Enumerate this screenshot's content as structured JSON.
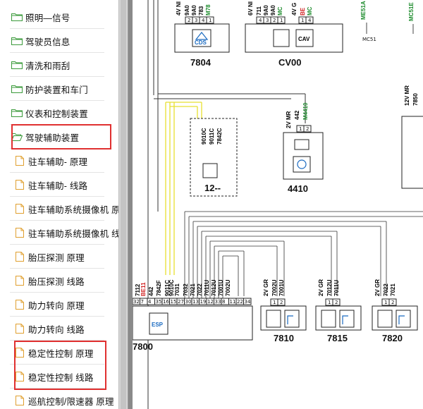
{
  "sidebar": {
    "folders": [
      {
        "label": "照明—信号"
      },
      {
        "label": "驾驶员信息"
      },
      {
        "label": "清洗和雨刮"
      },
      {
        "label": "防护装置和车门"
      },
      {
        "label": "仪表和控制装置"
      },
      {
        "label": "驾驶辅助装置",
        "expanded": true
      }
    ],
    "documents": [
      {
        "label": "驻车辅助- 原理"
      },
      {
        "label": "驻车辅助- 线路"
      },
      {
        "label": "驻车辅助系统摄像机 原"
      },
      {
        "label": "驻车辅助系统摄像机 线"
      },
      {
        "label": "胎压探测 原理"
      },
      {
        "label": "胎压探测 线路"
      },
      {
        "label": "助力转向 原理"
      },
      {
        "label": "助力转向 线路"
      },
      {
        "label": "稳定性控制 原理"
      },
      {
        "label": "稳定性控制 线路"
      },
      {
        "label": "巡航控制/限速器 原理"
      }
    ],
    "highlight_color": "#e03030"
  },
  "diagram": {
    "components": {
      "c7804": {
        "label": "7804",
        "icon_text": "CDS"
      },
      "cv00": {
        "label": "CV00",
        "icon_text": "CAV"
      },
      "c12": {
        "label": "12--"
      },
      "c4410": {
        "label": "4410"
      },
      "c7800": {
        "label": "7800",
        "icon_text": "ESP"
      },
      "c7810": {
        "label": "7810"
      },
      "c7815": {
        "label": "7815"
      },
      "c7820": {
        "label": "7820"
      }
    },
    "connectors": {
      "top_7804": {
        "text": "4V NI",
        "pins": [
          "2",
          "3",
          "4",
          "1"
        ],
        "wires": [
          "9A0",
          "9A0",
          "783",
          "M78"
        ]
      },
      "top_cv00": {
        "text": "6V NI",
        "text2": "4V G",
        "pins": [
          "4",
          "3",
          "2",
          "1",
          "1",
          "4"
        ],
        "wires": [
          "711",
          "9A0",
          "9A0",
          "MC",
          "BE",
          "MC"
        ]
      },
      "c4410": {
        "text": "2V MR",
        "pins": [
          "1",
          "2"
        ],
        "wires": [
          "442",
          "M4410"
        ]
      },
      "c12": {
        "wires": [
          "9010C",
          "9011C",
          "7842C"
        ]
      },
      "c7800": {
        "pins": [
          "32",
          "7",
          "4",
          "35",
          "16",
          "15",
          "27",
          "30",
          "13",
          "19",
          "12",
          "33",
          "8",
          "11",
          "22",
          "34"
        ],
        "wires": [
          "7112",
          "BE11",
          "442",
          "7842F",
          "9011C",
          "9010C",
          "7031",
          "7032",
          "7021",
          "7022",
          "7011U",
          "7012U",
          "7001U",
          "7002U"
        ]
      },
      "c7810": {
        "text": "2V GR",
        "pins": [
          "1",
          "2"
        ],
        "wires": [
          "7002U",
          "7001U"
        ]
      },
      "c7815": {
        "text": "2V GR",
        "pins": [
          "1",
          "2"
        ],
        "wires": [
          "7012U",
          "7011U"
        ]
      },
      "c7820": {
        "text": "2V GR",
        "pins": [
          "1",
          "2"
        ],
        "wires": [
          "7022",
          "7021"
        ]
      },
      "right": {
        "text": "12V MR",
        "wires": [
          "7850"
        ]
      }
    },
    "ground_labels": [
      "ME51A",
      "MC51",
      "MC51E"
    ],
    "colors": {
      "wire": "#333333",
      "yellow_wire": "#e8e030",
      "green_text": "#1a8a2a",
      "red_text": "#d02020"
    }
  }
}
